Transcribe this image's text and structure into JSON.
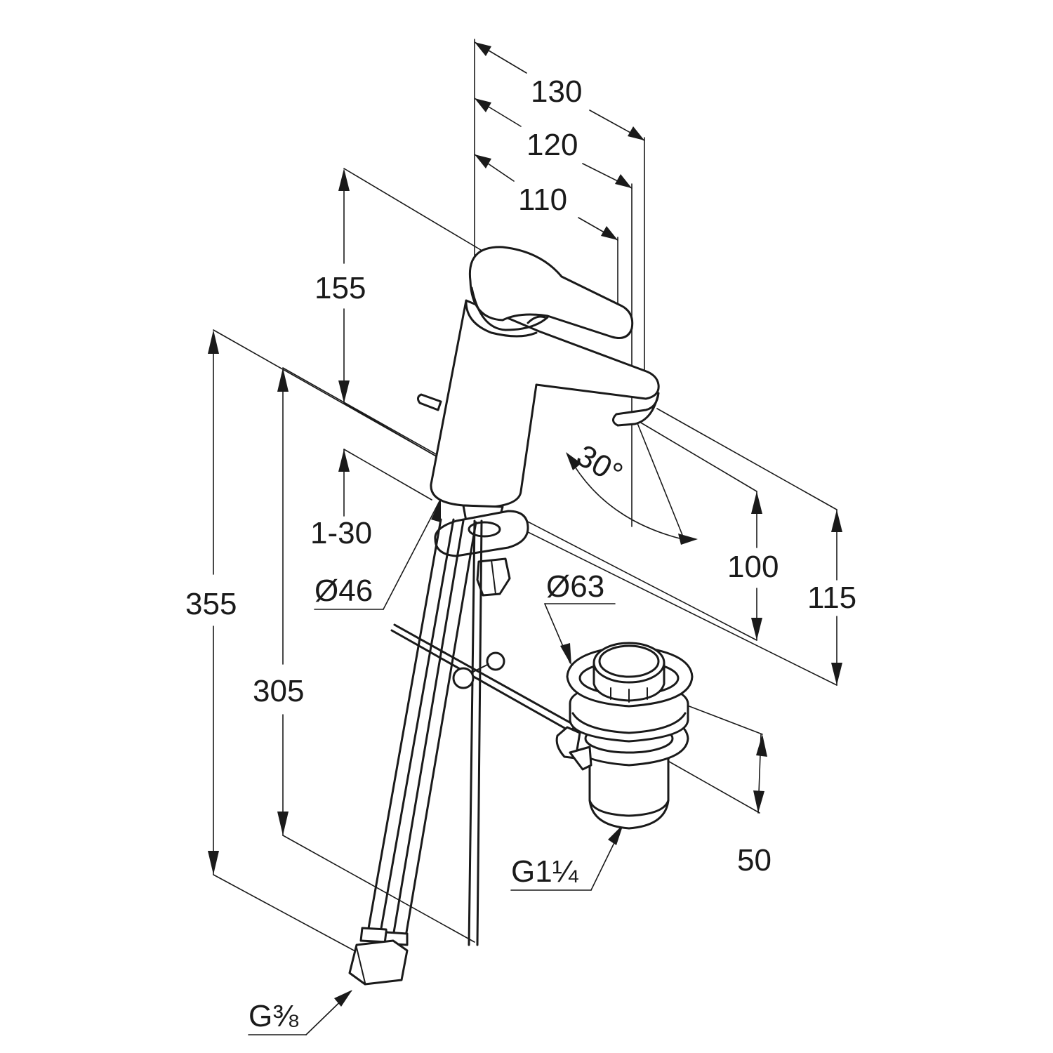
{
  "dimensions": {
    "width_130": "130",
    "width_120": "120",
    "width_110": "110",
    "height_155": "155",
    "adjust_1_30": "1-30",
    "height_355": "355",
    "height_305": "305",
    "spout_100": "100",
    "spout_115": "115",
    "angle_30": "30°",
    "hole_d46": "Ø46",
    "waste_d63": "Ø63",
    "waste_50": "50",
    "thread_g1_1_4": "G1¼",
    "thread_g3_8": "G⅜"
  },
  "colors": {
    "line": "#1a1a1a",
    "background": "#ffffff"
  }
}
